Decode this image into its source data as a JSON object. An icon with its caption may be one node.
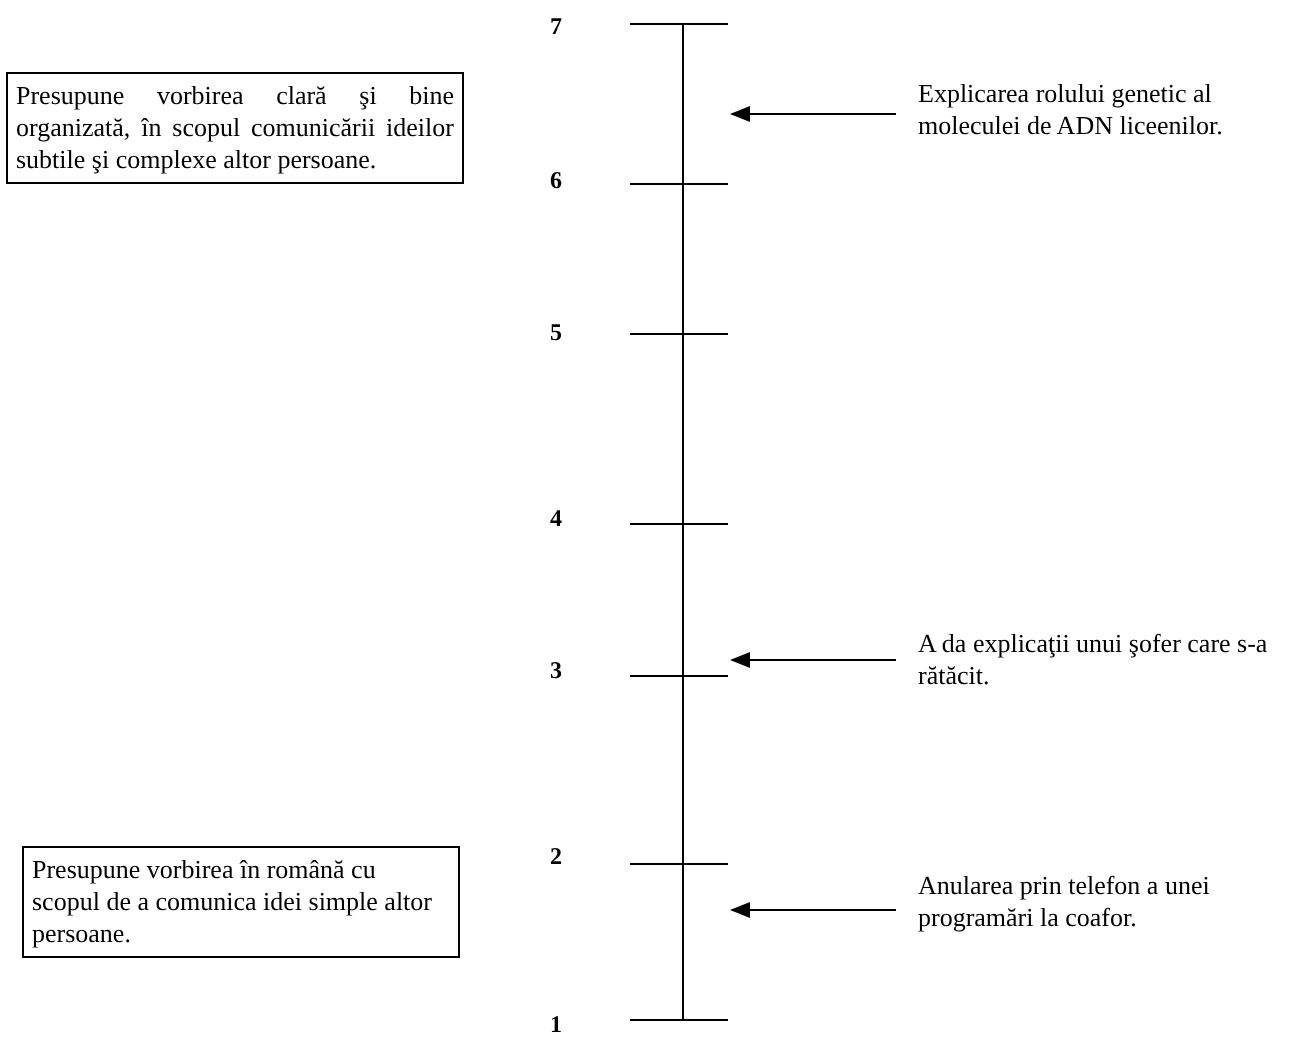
{
  "diagram": {
    "nodes": [
      {
        "text": [
          "Presupune vorbirea clară şi bine organizată, în scopul comunicării ideilor subtile şi complexe altor persoane."
        ]
      },
      {
        "text": [
          "Explicarea rolului genetic al moleculei de ADN liceenilor."
        ]
      },
      {
        "text": [
          "A da explicaţii unui şofer care s-a rătăcit."
        ]
      },
      {
        "text": [
          "Presupune vorbirea în română cu scopul de a comunica idei simple altor persoane."
        ]
      },
      {
        "text": [
          "Anularea prin telefon a unei programări la coafor."
        ]
      },
      {
        "text": [],
        "shape": "bar"
      }
    ],
    "edges": [
      {
        "from": 1,
        "to": 5,
        "arrow": "to"
      },
      {
        "from": 2,
        "to": 5,
        "arrow": "to"
      },
      {
        "from": 4,
        "to": 5,
        "arrow": "to"
      }
    ],
    "labels": [
      "7",
      "6",
      "5",
      "4",
      "3",
      "2",
      "1"
    ]
  }
}
